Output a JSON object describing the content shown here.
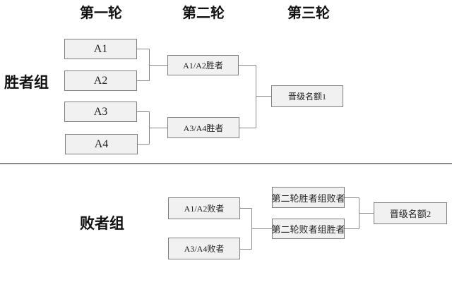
{
  "diagram": {
    "title": "double-elimination-bracket",
    "columns": {
      "round1": "第一轮",
      "round2": "第二轮",
      "round3": "第三轮"
    },
    "groups": {
      "winners": "胜者组",
      "losers": "败者组"
    },
    "winners_bracket": {
      "round1": [
        "A1",
        "A2",
        "A3",
        "A4"
      ],
      "round2": [
        "A1/A2胜者",
        "A3/A4胜者"
      ],
      "round3": [
        "晋级名额1"
      ]
    },
    "losers_bracket": {
      "round2": [
        "A1/A2败者",
        "A3/A4败者"
      ],
      "round3": [
        "第二轮胜者组败者",
        "第二轮败者组胜者"
      ],
      "final": [
        "晋级名额2"
      ]
    },
    "colors": {
      "box_fill": "#f1f1f1",
      "box_border": "#7e7e7e",
      "connector": "#8a8a8a",
      "divider": "#8a8a8a",
      "text": "#1f1f1f"
    }
  }
}
